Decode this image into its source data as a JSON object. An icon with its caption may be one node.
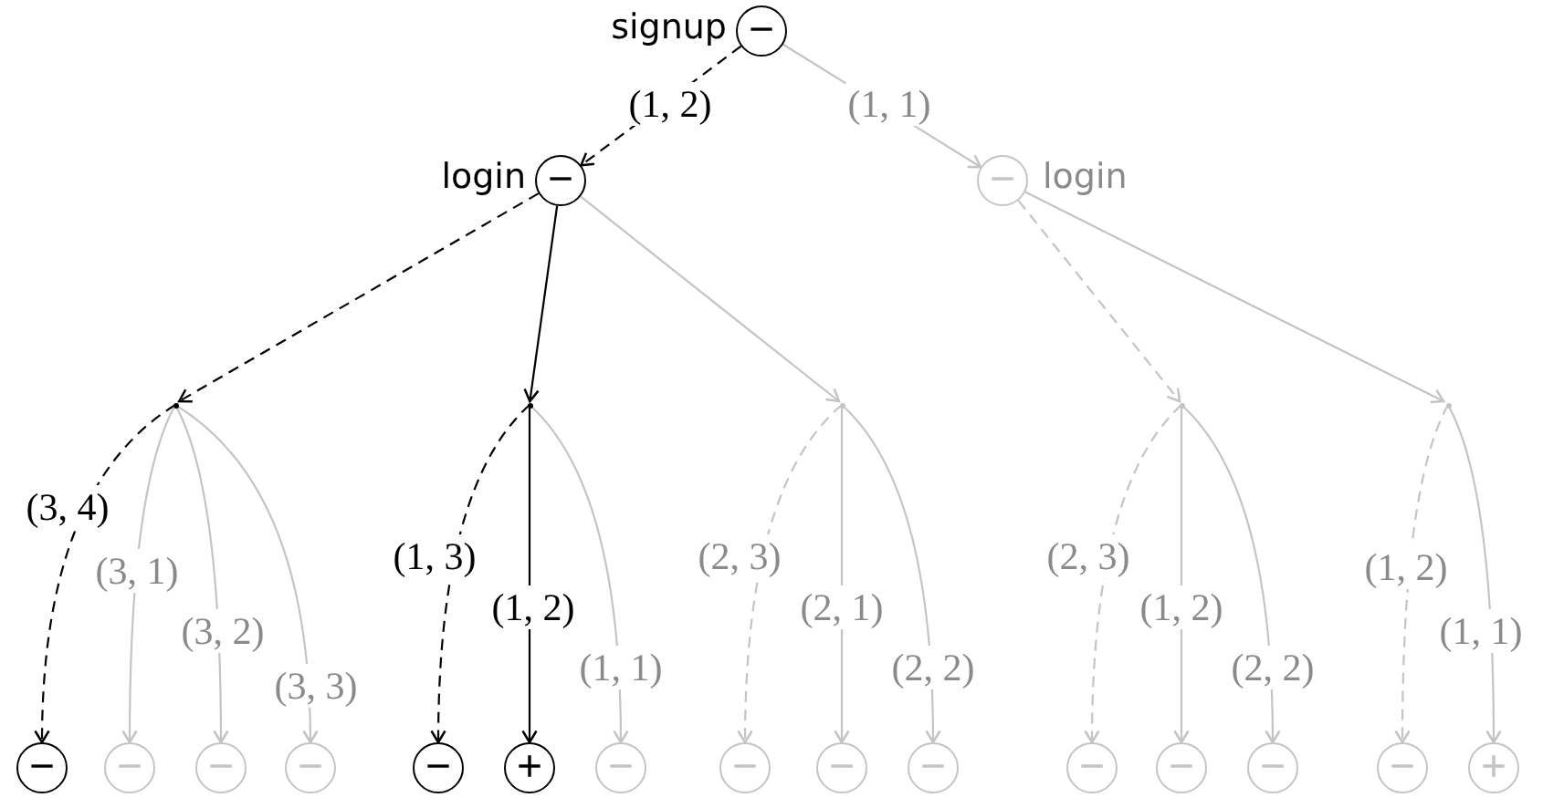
{
  "diagram": {
    "nodes": [
      {
        "text": [
          "−"
        ],
        "beside": [
          "signup"
        ]
      },
      {
        "text": [
          "−"
        ],
        "beside": [
          "login"
        ]
      },
      {
        "text": [
          "−"
        ],
        "beside": [
          "login"
        ]
      },
      {
        "text": [],
        "shape": "point"
      },
      {
        "text": [],
        "shape": "point"
      },
      {
        "text": [],
        "shape": "point"
      },
      {
        "text": [],
        "shape": "point"
      },
      {
        "text": [],
        "shape": "point"
      },
      {
        "text": [
          "−"
        ]
      },
      {
        "text": [
          "−"
        ]
      },
      {
        "text": [
          "−"
        ]
      },
      {
        "text": [
          "−"
        ]
      },
      {
        "text": [
          "−"
        ]
      },
      {
        "text": [
          "+"
        ]
      },
      {
        "text": [
          "−"
        ]
      },
      {
        "text": [
          "−"
        ]
      },
      {
        "text": [
          "−"
        ]
      },
      {
        "text": [
          "−"
        ]
      },
      {
        "text": [
          "−"
        ]
      },
      {
        "text": [
          "−"
        ]
      },
      {
        "text": [
          "−"
        ]
      },
      {
        "text": [
          "−"
        ]
      },
      {
        "text": [
          "+"
        ]
      }
    ],
    "edges": [
      {
        "from": 0,
        "to": 1,
        "arrow": "to",
        "label": "(1, 2)",
        "style": "dashed",
        "color": "#000000"
      },
      {
        "from": 0,
        "to": 2,
        "arrow": "to",
        "label": "(1, 1)"
      },
      {
        "from": 1,
        "to": 3,
        "arrow": "to",
        "style": "dashed",
        "color": "#000000"
      },
      {
        "from": 1,
        "to": 4,
        "arrow": "to",
        "color": "#000000"
      },
      {
        "from": 1,
        "to": 5,
        "arrow": "to"
      },
      {
        "from": 2,
        "to": 6,
        "arrow": "to",
        "style": "dashed"
      },
      {
        "from": 2,
        "to": 7,
        "arrow": "to"
      },
      {
        "from": 3,
        "to": 8,
        "arrow": "to",
        "label": "(3, 4)",
        "style": "dashed",
        "color": "#000000"
      },
      {
        "from": 3,
        "to": 9,
        "arrow": "to",
        "label": "(3, 1)"
      },
      {
        "from": 3,
        "to": 10,
        "arrow": "to",
        "label": "(3, 2)"
      },
      {
        "from": 3,
        "to": 11,
        "arrow": "to",
        "label": "(3, 3)"
      },
      {
        "from": 4,
        "to": 12,
        "arrow": "to",
        "label": "(1, 3)",
        "style": "dashed",
        "color": "#000000"
      },
      {
        "from": 4,
        "to": 13,
        "arrow": "to",
        "label": "(1, 2)",
        "color": "#000000"
      },
      {
        "from": 4,
        "to": 14,
        "arrow": "to",
        "label": "(1, 1)"
      },
      {
        "from": 5,
        "to": 15,
        "arrow": "to",
        "label": "(2, 3)",
        "style": "dashed"
      },
      {
        "from": 5,
        "to": 16,
        "arrow": "to",
        "label": "(2, 1)"
      },
      {
        "from": 5,
        "to": 17,
        "arrow": "to",
        "label": "(2, 2)"
      },
      {
        "from": 6,
        "to": 18,
        "arrow": "to",
        "label": "(2, 3)",
        "style": "dashed"
      },
      {
        "from": 6,
        "to": 19,
        "arrow": "to",
        "label": "(1, 2)"
      },
      {
        "from": 6,
        "to": 20,
        "arrow": "to",
        "label": "(2, 2)"
      },
      {
        "from": 7,
        "to": 21,
        "arrow": "to",
        "label": "(1, 2)",
        "style": "dashed"
      },
      {
        "from": 7,
        "to": 22,
        "arrow": "to",
        "label": "(1, 1)"
      }
    ]
  }
}
